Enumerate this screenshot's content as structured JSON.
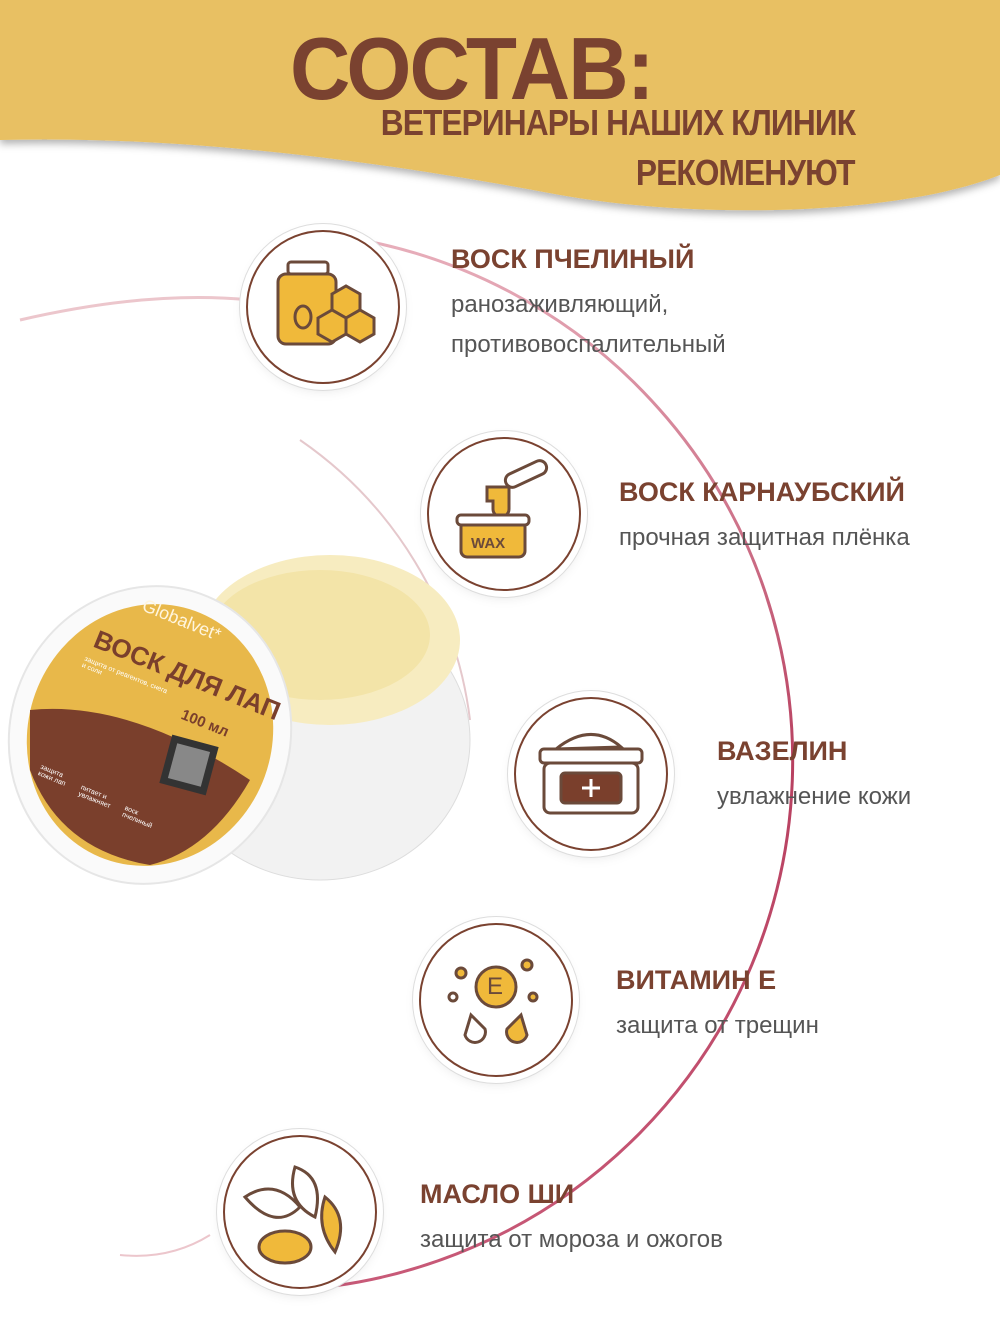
{
  "header": {
    "title": "СОСТАВ:",
    "subtitle_line1": "ВЕТЕРИНАРЫ НАШИХ КЛИНИК",
    "subtitle_line2": "РЕКОМЕНУЮТ"
  },
  "colors": {
    "header_bg": "#e8c064",
    "brown": "#7a4230",
    "arc": "#c0506a",
    "icon_yellow": "#f0b93a"
  },
  "ingredients": [
    {
      "name": "ВОСК ПЧЕЛИНЫЙ",
      "desc": [
        "ранозаживляющий,",
        "противовоспалительный"
      ],
      "icon": "honey-jar-icon"
    },
    {
      "name": "ВОСК КАРНАУБСКИЙ",
      "desc": [
        "прочная защитная плёнка"
      ],
      "icon": "wax-icon",
      "icon_text": "WAX"
    },
    {
      "name": "ВАЗЕЛИН",
      "desc": [
        "увлажнение кожи"
      ],
      "icon": "cream-jar-icon"
    },
    {
      "name": "ВИТАМИН Е",
      "desc": [
        "защита от трещин"
      ],
      "icon": "vitamin-e-icon",
      "icon_text": "E"
    },
    {
      "name": "МАСЛО ШИ",
      "desc": [
        "защита от мороза и ожогов"
      ],
      "icon": "shea-leaves-icon"
    }
  ],
  "product": {
    "brand": "Globalvet*",
    "name": "ВОСК ДЛЯ ЛАП",
    "tagline": "защита от реагентов, снега и соли",
    "volume": "100 мл",
    "features": [
      "защита кожи лап",
      "питает и увлажняет",
      "воск пчелиный"
    ]
  }
}
